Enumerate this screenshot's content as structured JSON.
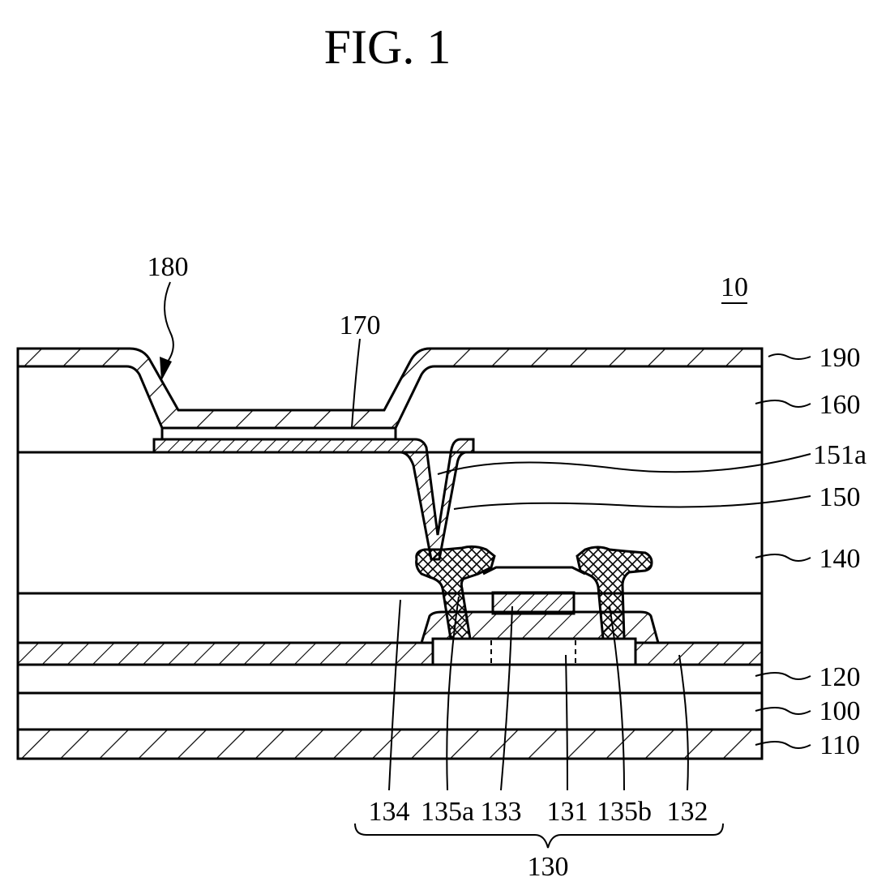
{
  "figure": {
    "title": "FIG. 1",
    "device_label": "10",
    "labels": {
      "l180": "180",
      "l170": "170",
      "l190": "190",
      "l160": "160",
      "l151a": "151a",
      "l150": "150",
      "l140": "140",
      "l120": "120",
      "l100": "100",
      "l110": "110",
      "l134": "134",
      "l135a": "135a",
      "l133": "133",
      "l131": "131",
      "l135b": "135b",
      "l132": "132",
      "l130": "130"
    }
  }
}
